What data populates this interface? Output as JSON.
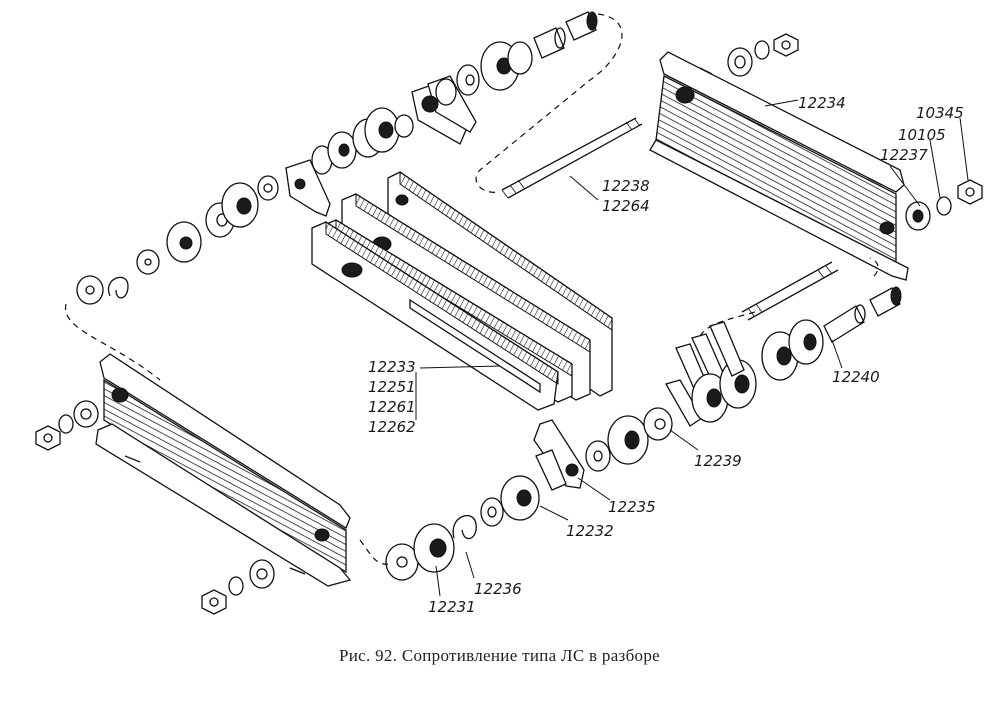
{
  "caption": "Рис. 92. Сопротивление типа ЛС в разборе",
  "part_numbers": {
    "p12234": "12234",
    "p10345": "10345",
    "p10105": "10105",
    "p12237": "12237",
    "p12238": "12238",
    "p12264": "12264",
    "p12233": "12233",
    "p12251": "12251",
    "p12261": "12261",
    "p12262": "12262",
    "p12240": "12240",
    "p12239": "12239",
    "p12235": "12235",
    "p12232": "12232",
    "p12236": "12236",
    "p12231": "12231"
  }
}
